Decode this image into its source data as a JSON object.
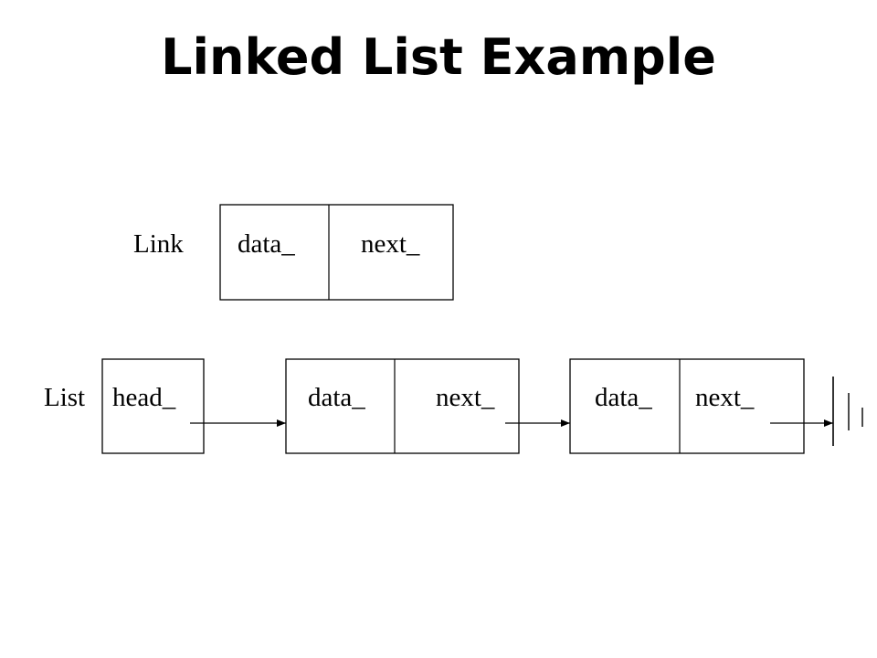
{
  "title": "Linked List Example",
  "link_struct": {
    "name": "Link",
    "fields": [
      "data_",
      "next_"
    ]
  },
  "list_struct": {
    "name": "List",
    "head_field": "head_",
    "nodes": [
      {
        "fields": [
          "data_",
          "next_"
        ]
      },
      {
        "fields": [
          "data_",
          "next_"
        ]
      }
    ],
    "terminator": "null-ground-symbol"
  }
}
